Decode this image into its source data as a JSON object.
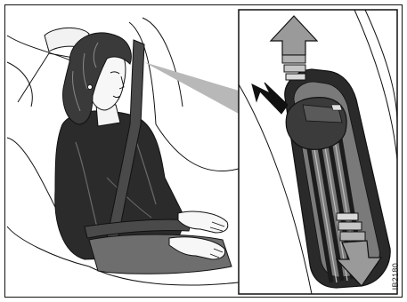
{
  "figure": {
    "code": "IB2180",
    "panels": [
      "seated-woman-with-seatbelt",
      "belt-height-adjuster-detail"
    ],
    "colors": {
      "line": "#111111",
      "shade_dark": "#2a2a2a",
      "shade_mid": "#8c8c8c",
      "shade_light": "#d6d6d6",
      "arrow_up_fill": "#9a9a9a",
      "arrow_down_fill": "#9a9a9a"
    },
    "icons": [
      "arrow-up-icon",
      "arrow-down-icon",
      "press-arrow-icon"
    ]
  }
}
